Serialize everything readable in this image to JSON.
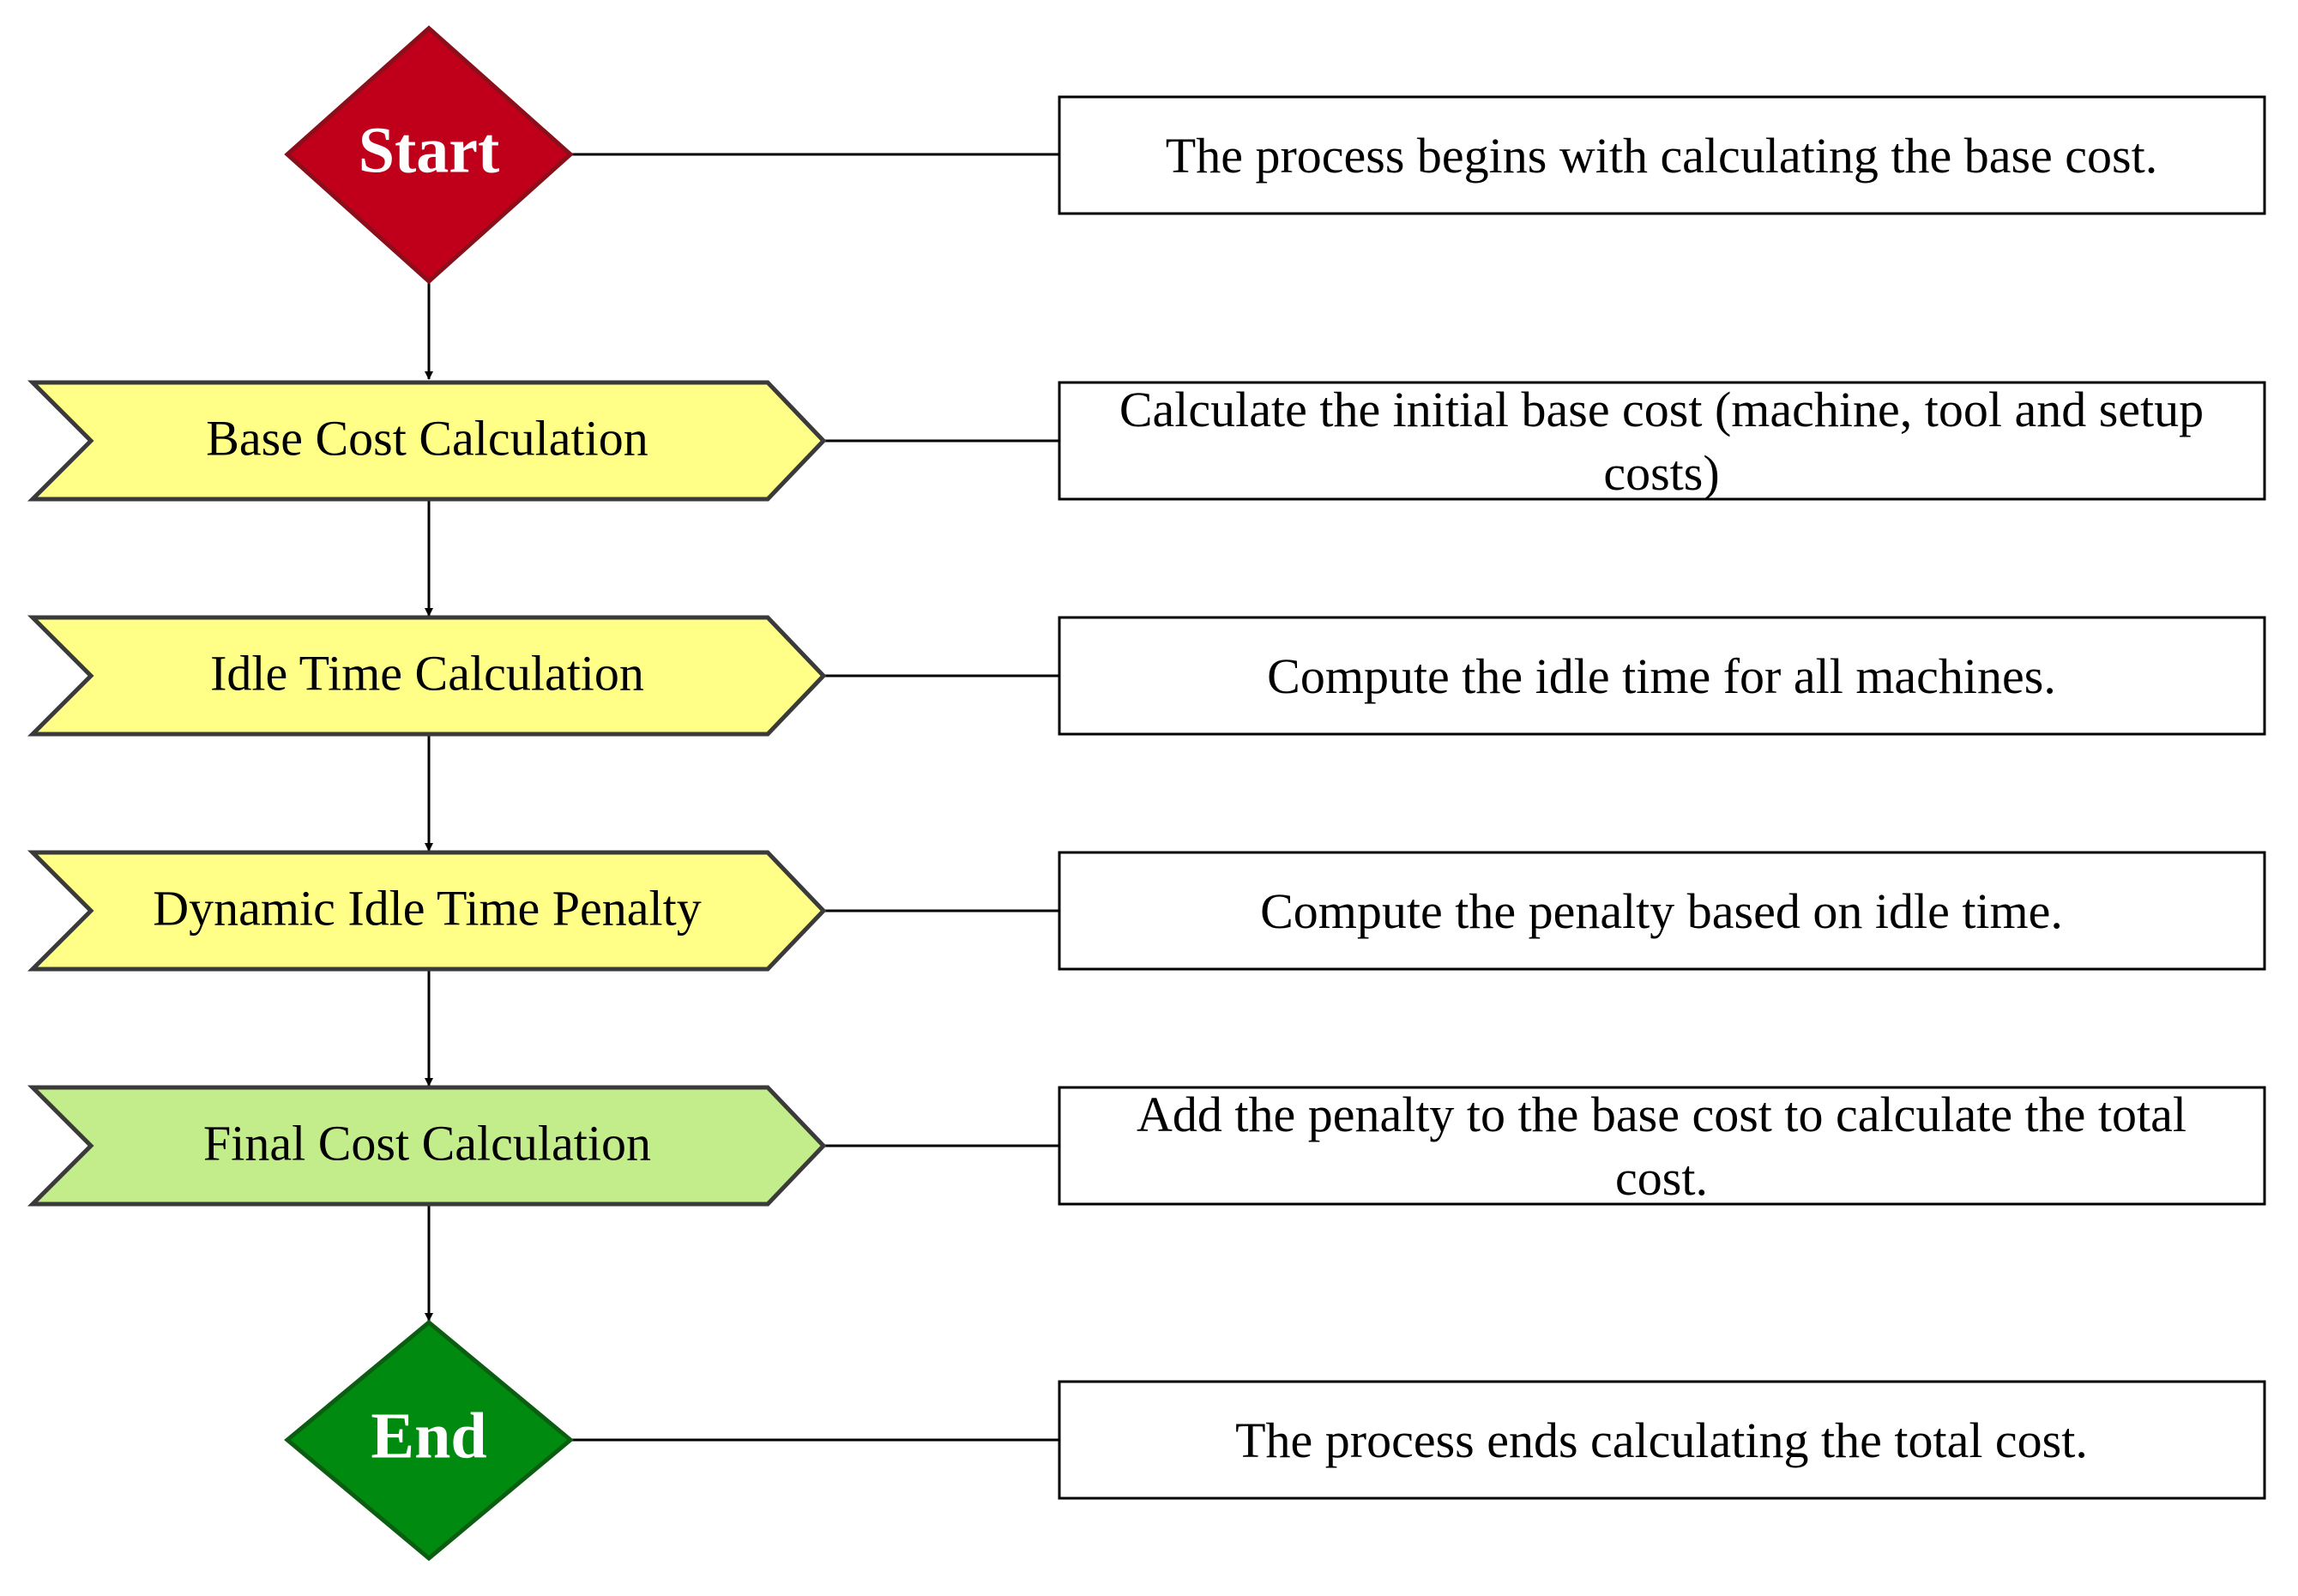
{
  "colors": {
    "start_fill": "#c0001a",
    "start_stroke": "#8b0f1a",
    "end_fill": "#008a0f",
    "end_stroke": "#0b5d12",
    "step_fill": "#ffff88",
    "final_step_fill": "#c3ec8a",
    "step_stroke": "#3a3a3a"
  },
  "start": {
    "label": "Start"
  },
  "end": {
    "label": "End"
  },
  "steps": [
    {
      "label": "Base Cost Calculation"
    },
    {
      "label": "Idle Time Calculation"
    },
    {
      "label": "Dynamic Idle Time Penalty"
    },
    {
      "label": "Final Cost Calculation"
    }
  ],
  "descriptions": {
    "start": [
      "The process begins with calculating the base cost."
    ],
    "steps": [
      [
        "Calculate the initial base cost (machine, tool and setup",
        "costs)"
      ],
      [
        "Compute the idle time for all machines."
      ],
      [
        "Compute the penalty based on idle time."
      ],
      [
        "Add the penalty to the base cost to calculate the total",
        "cost."
      ]
    ],
    "end": [
      "The process ends calculating the total cost."
    ]
  }
}
